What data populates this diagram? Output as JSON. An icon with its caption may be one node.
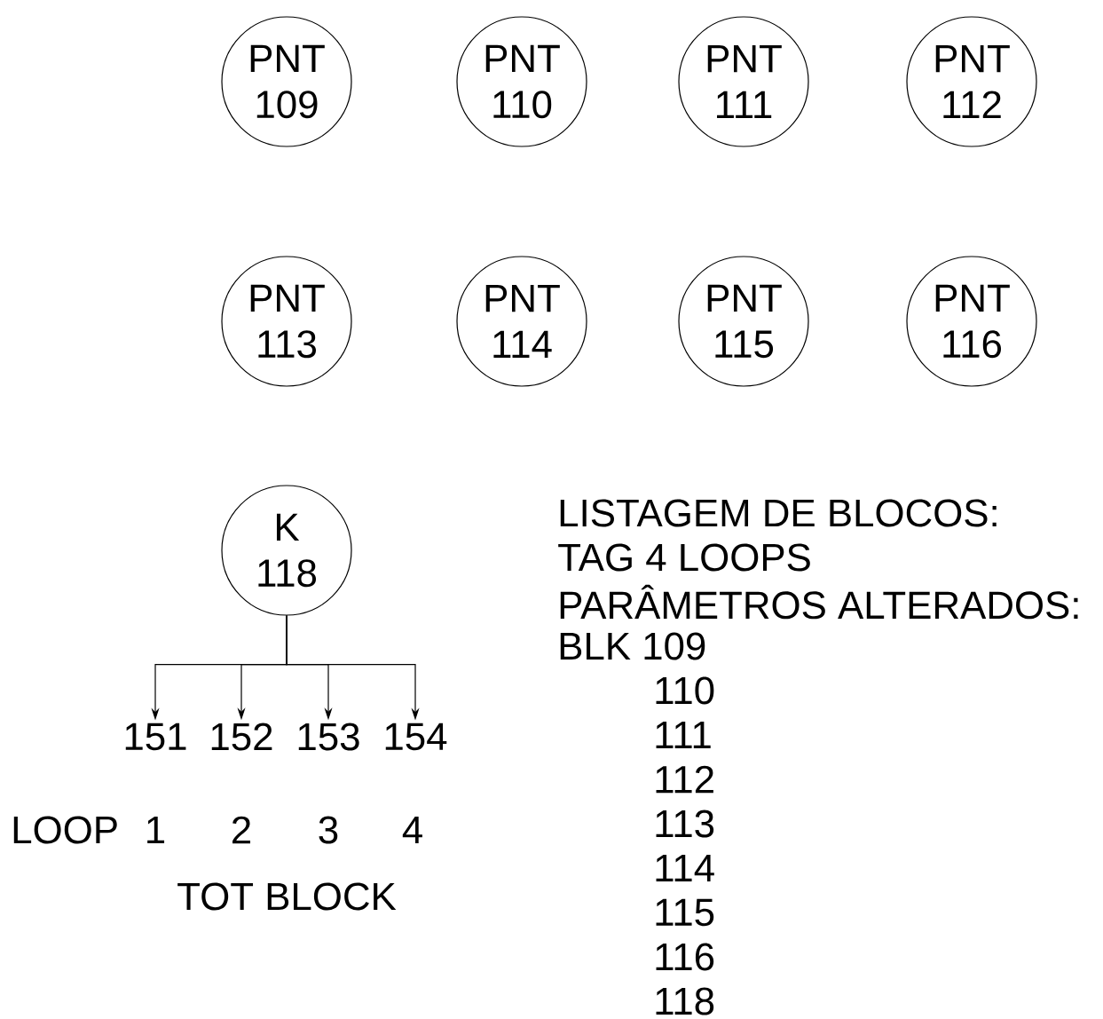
{
  "diagram": {
    "nodes": [
      {
        "text": [
          "PNT",
          "109"
        ]
      },
      {
        "text": [
          "PNT",
          "110"
        ]
      },
      {
        "text": [
          "PNT",
          "111"
        ]
      },
      {
        "text": [
          "PNT",
          "112"
        ]
      },
      {
        "text": [
          "PNT",
          "113"
        ]
      },
      {
        "text": [
          "PNT",
          "114"
        ]
      },
      {
        "text": [
          "PNT",
          "115"
        ]
      },
      {
        "text": [
          "PNT",
          "116"
        ]
      },
      {
        "text": [
          "K",
          "118"
        ]
      },
      {
        "text": [
          "151"
        ]
      },
      {
        "text": [
          "152"
        ]
      },
      {
        "text": [
          "153"
        ]
      },
      {
        "text": [
          "154"
        ]
      }
    ],
    "edges": [
      {
        "from": 8,
        "to": 9,
        "arrow": "to"
      },
      {
        "from": 8,
        "to": 10,
        "arrow": "to"
      },
      {
        "from": 8,
        "to": 11,
        "arrow": "to"
      },
      {
        "from": 8,
        "to": 12,
        "arrow": "to"
      }
    ],
    "labels": [
      "LOOP",
      "1",
      "2",
      "3",
      "4",
      "TOT BLOCK",
      "LISTAGEM DE BLOCOS:",
      "TAG 4 LOOPS",
      "PARÂMETROS ALTERADOS:",
      "BLK 109",
      "110",
      "111",
      "112",
      "113",
      "114",
      "115",
      "116",
      "118"
    ]
  }
}
